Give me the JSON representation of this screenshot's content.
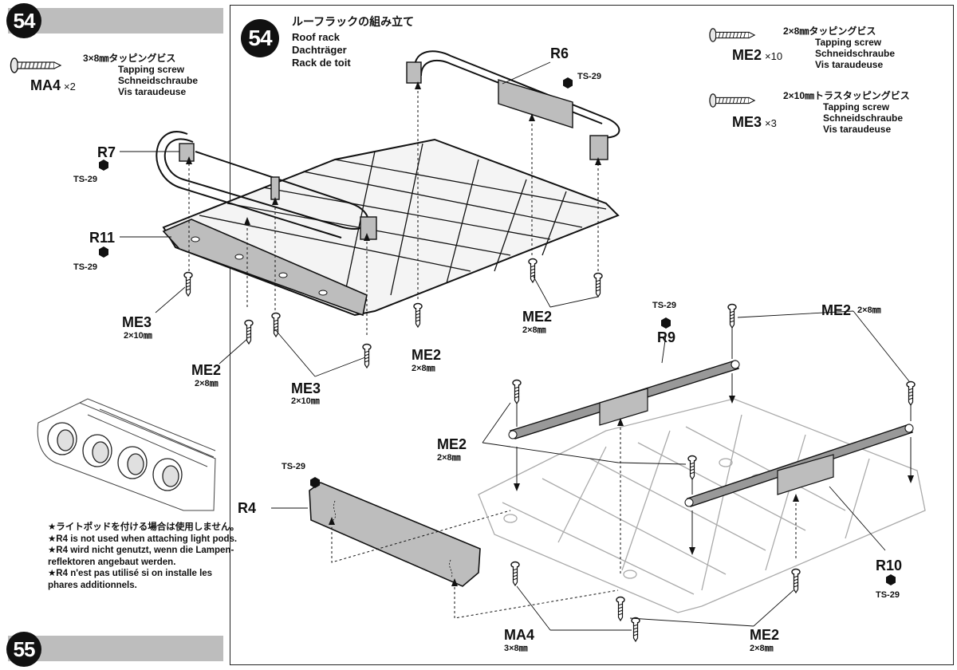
{
  "steps": {
    "s54": {
      "number": "54",
      "title_jp": "ルーフラックの組み立て",
      "title_en": "Roof rack",
      "title_de": "Dachträger",
      "title_fr": "Rack de toit"
    },
    "s55": {
      "number": "55"
    }
  },
  "screw_key": {
    "ma4": {
      "code": "MA4",
      "count": "×2",
      "size_jp": "3×8㎜タッピングビス",
      "en": "Tapping screw",
      "de": "Schneidschraube",
      "fr": "Vis taraudeuse"
    },
    "me2": {
      "code": "ME2",
      "count": "×10",
      "size_jp": "2×8㎜タッピングビス",
      "en": "Tapping screw",
      "de": "Schneidschraube",
      "fr": "Vis taraudeuse"
    },
    "me3": {
      "code": "ME3",
      "count": "×3",
      "size_jp": "2×10㎜トラスタッピングビス",
      "en": "Tapping screw",
      "de": "Schneidschraube",
      "fr": "Vis taraudeuse"
    }
  },
  "callouts": {
    "r6": "R6",
    "r7": "R7",
    "r11": "R11",
    "r9": "R9",
    "r10": "R10",
    "r4": "R4",
    "ts29": "TS-29",
    "me3": "ME3",
    "me2": "ME2",
    "ma4": "MA4",
    "size_2x10": "2×10㎜",
    "size_2x8": "2×8㎜",
    "size_3x8": "3×8㎜"
  },
  "note": {
    "jp": "★ライトポッドを付ける場合は使用しません。",
    "en": "★R4 is not used when attaching light pods.",
    "de1": "★R4 wird nicht genutzt, wenn die Lampen-",
    "de2": "reflektoren angebaut werden.",
    "fr1": "★R4 n'est pas utilisé si on installe les",
    "fr2": "phares additionnels."
  }
}
